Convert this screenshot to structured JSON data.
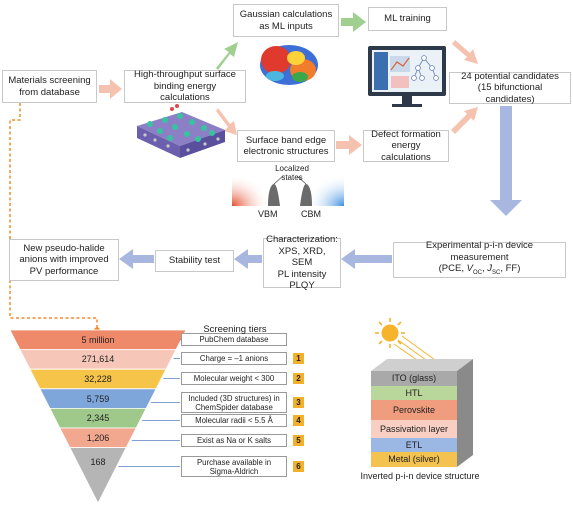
{
  "boxes": {
    "materials": [
      "Materials screening",
      "from database"
    ],
    "throughput": [
      "High-throughput surface",
      "binding energy calculations"
    ],
    "gaussian": [
      "Gaussian calculations",
      "as ML inputs"
    ],
    "ml_training": "ML training",
    "candidates": [
      "24 potential candidates",
      "(15 bifunctional candidates)"
    ],
    "band_edge": [
      "Surface band edge",
      "electronic structures"
    ],
    "defect": [
      "Defect formation",
      "energy calculations"
    ],
    "experimental": [
      "Experimental p-i-n device measurement"
    ],
    "char": [
      "Characterization:",
      "XPS, XRD, SEM",
      "PL intensity",
      "PLQY"
    ],
    "stability": "Stability test",
    "new_anions": [
      "New pseudo-halide",
      "anions with improved",
      "PV performance"
    ]
  },
  "experimental_metrics": {
    "pce": "PCE",
    "v": "V",
    "v_sub": "OC",
    "j": "J",
    "j_sub": "SC",
    "ff": "FF"
  },
  "band_labels": {
    "localized": [
      "Localized",
      "states"
    ],
    "vbm": "VBM",
    "cbm": "CBM"
  },
  "funnel": {
    "title": "Screening tiers",
    "tiers": [
      {
        "count": "5 million",
        "color": "#ee8a6a",
        "criterion": [
          "PubChem database"
        ],
        "num": ""
      },
      {
        "count": "271,614",
        "color": "#f6c7b8",
        "criterion": [
          "Charge = –1 anions"
        ],
        "num": "1"
      },
      {
        "count": "32,228",
        "color": "#f7c44a",
        "criterion": [
          "Molecular weight < 300"
        ],
        "num": "2"
      },
      {
        "count": "5,759",
        "color": "#7ea6da",
        "criterion": [
          "Included (3D structures) in",
          "ChemSpider database"
        ],
        "num": "3"
      },
      {
        "count": "2,345",
        "color": "#9ec98a",
        "criterion": [
          "Molecular radii < 5.5 Å"
        ],
        "num": "4"
      },
      {
        "count": "1,206",
        "color": "#f2a88f",
        "criterion": [
          "Exist as Na or K salts"
        ],
        "num": "5"
      },
      {
        "count": "168",
        "color": "#b5b5b5",
        "criterion": [
          "Purchase available in",
          "Sigma-Aldrich"
        ],
        "num": "6"
      }
    ]
  },
  "device": {
    "layers": [
      {
        "name": "ITO (glass)",
        "color": "#a9a9a9"
      },
      {
        "name": "HTL",
        "color": "#b9d79a"
      },
      {
        "name": "Perovskite",
        "color": "#ef9d7e"
      },
      {
        "name": "Passivation layer",
        "color": "#f8cfc2"
      },
      {
        "name": "ETL",
        "color": "#9bb7e3"
      },
      {
        "name": "Metal (silver)",
        "color": "#f3c24f"
      }
    ],
    "caption": "Inverted p-i-n device structure"
  },
  "colors": {
    "green_arrow": "#9fd08f",
    "peach_arrow": "#f6c2b0",
    "blue_arrow": "#a8b7e0",
    "orange_dash": "#f28c28"
  }
}
